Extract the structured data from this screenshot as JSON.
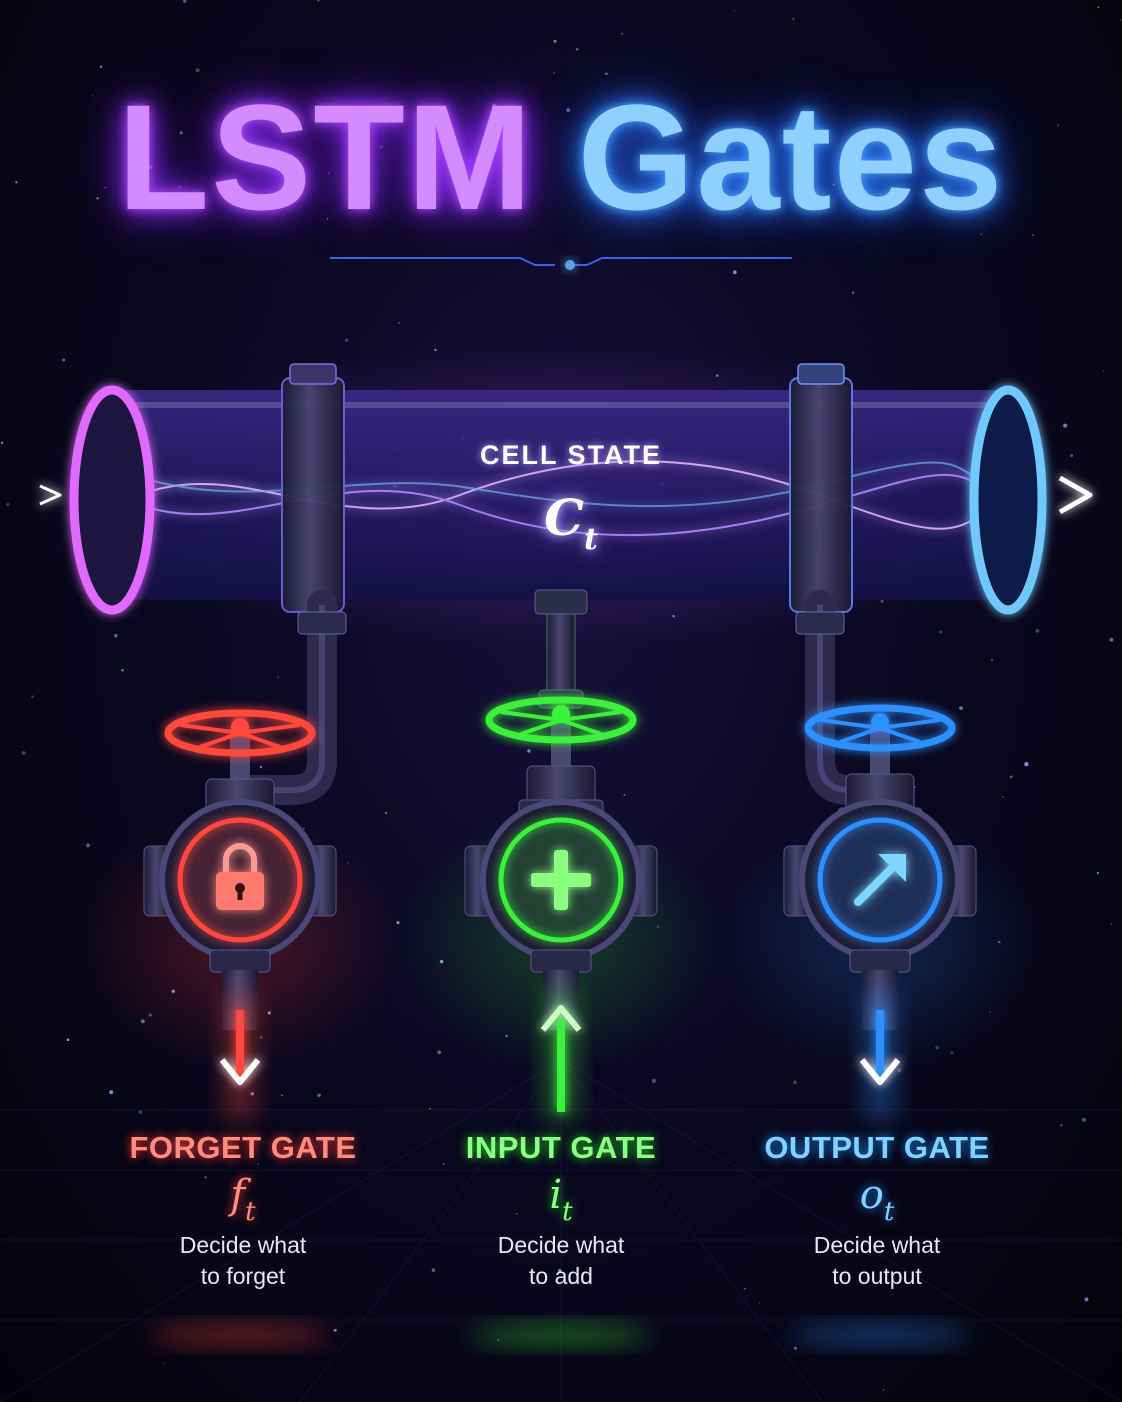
{
  "title": {
    "part1": "LSTM",
    "part2": "Gates"
  },
  "cell_state": {
    "label": "CELL STATE",
    "symbol": "C",
    "subscript": "t"
  },
  "gates": [
    {
      "key": "forget",
      "name": "FORGET GATE",
      "symbol": "f",
      "subscript": "t",
      "description": "Decide what\nto forget",
      "icon": "lock-icon",
      "arrow": "down",
      "color": "#ff4a3d"
    },
    {
      "key": "input",
      "name": "INPUT GATE",
      "symbol": "i",
      "subscript": "t",
      "description": "Decide what\nto add",
      "icon": "plus-icon",
      "arrow": "up",
      "color": "#3df03a"
    },
    {
      "key": "output",
      "name": "OUTPUT GATE",
      "symbol": "o",
      "subscript": "t",
      "description": "Decide what\nto output",
      "icon": "arrow-up-right-icon",
      "arrow": "down",
      "color": "#2f8fff"
    }
  ],
  "colors": {
    "title_left": "#d48bff",
    "title_right": "#8fd0ff",
    "pipe_left": "#c53dff",
    "pipe_right": "#2f9bff",
    "background": "#05040d"
  }
}
